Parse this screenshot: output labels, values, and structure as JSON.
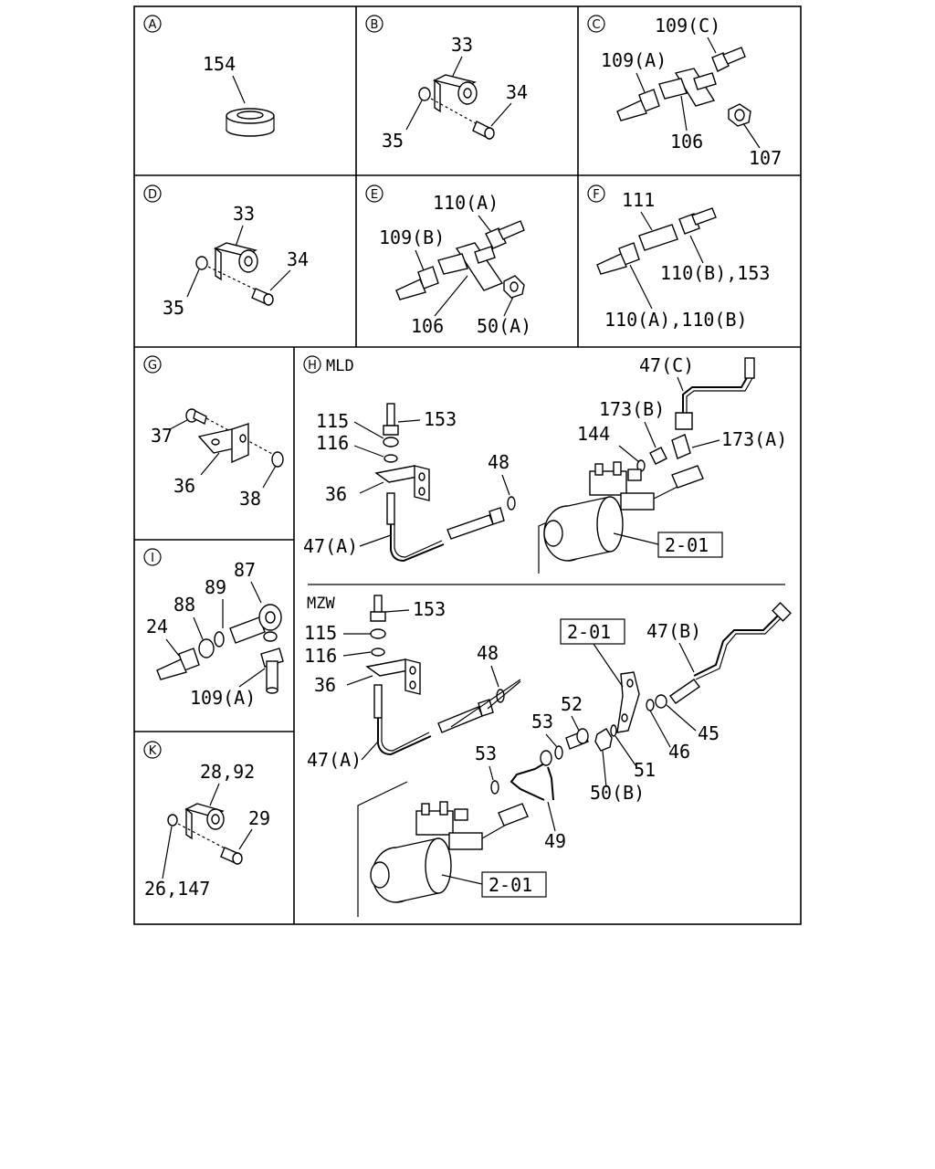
{
  "panels": {
    "A": {
      "letter": "A",
      "labels": [
        "154"
      ]
    },
    "B": {
      "letter": "B",
      "labels": [
        "33",
        "34",
        "35"
      ]
    },
    "C": {
      "letter": "C",
      "labels": [
        "109(C)",
        "109(A)",
        "106",
        "107"
      ]
    },
    "D": {
      "letter": "D",
      "labels": [
        "33",
        "34",
        "35"
      ]
    },
    "E": {
      "letter": "E",
      "labels": [
        "110(A)",
        "109(B)",
        "106",
        "50(A)"
      ]
    },
    "F": {
      "letter": "F",
      "labels": [
        "111",
        "110(B),153",
        "110(A),110(B)"
      ]
    },
    "G": {
      "letter": "G",
      "labels": [
        "37",
        "36",
        "38"
      ]
    },
    "H": {
      "letter": "H",
      "title": "MLD",
      "labels": [
        "47(C)",
        "115",
        "153",
        "173(B)",
        "116",
        "144",
        "173(A)",
        "48",
        "36",
        "47(A)"
      ],
      "ref": "2-01",
      "sub_title": "MZW",
      "sub_labels": [
        "153",
        "2-01",
        "47(B)",
        "115",
        "116",
        "48",
        "36",
        "52",
        "53",
        "45",
        "46",
        "53",
        "51",
        "47(A)",
        "50(B)",
        "49"
      ],
      "sub_ref": "2-01"
    },
    "I": {
      "letter": "I",
      "labels": [
        "87",
        "89",
        "88",
        "24",
        "109(A)"
      ]
    },
    "K": {
      "letter": "K",
      "labels": [
        "28,92",
        "29",
        "26,147"
      ]
    }
  }
}
